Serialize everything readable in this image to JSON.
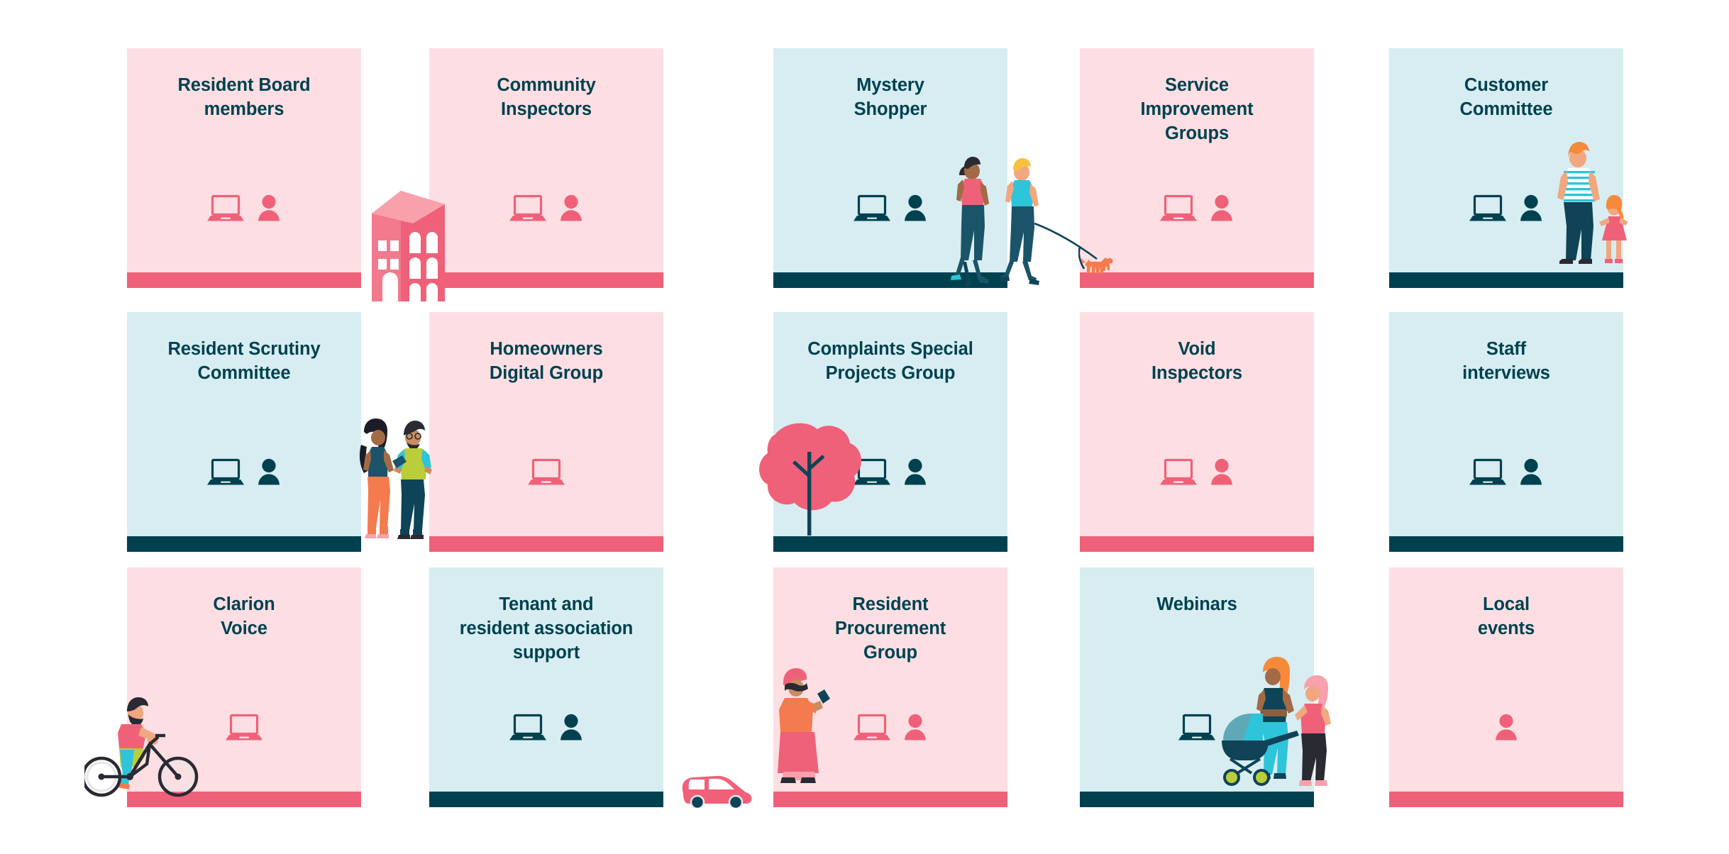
{
  "page": {
    "background": "#FFFFFF",
    "colors": {
      "pink_card_bg": "#FDDFE3",
      "pink_card_bar": "#EF6179",
      "pink_icon": "#EF6179",
      "blue_card_bg": "#D7EDF2",
      "blue_card_bar": "#00414F",
      "blue_icon": "#00414F",
      "title_text": "#00414F",
      "illustration_pink": "#EF6179",
      "illustration_orange": "#F47B4E",
      "illustration_cyan": "#2EC4D9",
      "illustration_navy": "#0F4357",
      "illustration_green": "#B9CE3A",
      "illustration_skin_dark": "#A26B45",
      "illustration_skin_light": "#F1A780",
      "illustration_hair_orange": "#F58A3B"
    },
    "grid": {
      "columns": 5,
      "rows": 3
    }
  },
  "cards": [
    {
      "id": "resident-board-members",
      "title": "Resident Board\nmembers",
      "theme": "pink",
      "icons": [
        "laptop-icon",
        "person-icon"
      ],
      "illustration": "none",
      "row": 1,
      "col": 1
    },
    {
      "id": "community-inspectors",
      "title": "Community\nInspectors",
      "theme": "pink",
      "icons": [
        "laptop-icon",
        "person-icon"
      ],
      "illustration": "house-illustration",
      "row": 1,
      "col": 2
    },
    {
      "id": "mystery-shopper",
      "title": "Mystery\nShopper",
      "theme": "blue",
      "icons": [
        "laptop-icon",
        "person-icon"
      ],
      "illustration": "couple-walking-dog-illustration",
      "row": 1,
      "col": 3
    },
    {
      "id": "service-improvement-groups",
      "title": "Service\nImprovement\nGroups",
      "theme": "pink",
      "icons": [
        "laptop-icon",
        "person-icon"
      ],
      "illustration": "dog-illustration",
      "row": 1,
      "col": 4
    },
    {
      "id": "customer-committee",
      "title": "Customer\nCommittee",
      "theme": "blue",
      "icons": [
        "laptop-icon",
        "person-icon"
      ],
      "illustration": "adult-and-child-illustration",
      "row": 1,
      "col": 5
    },
    {
      "id": "resident-scrutiny-committee",
      "title": "Resident Scrutiny\nCommittee",
      "theme": "blue",
      "icons": [
        "laptop-icon",
        "person-icon"
      ],
      "illustration": "couple-with-tablet-illustration",
      "row": 2,
      "col": 1
    },
    {
      "id": "homeowners-digital-group",
      "title": "Homeowners\nDigital Group",
      "theme": "pink",
      "icons": [
        "laptop-icon"
      ],
      "illustration": "none",
      "row": 2,
      "col": 2
    },
    {
      "id": "complaints-special-projects-group",
      "title": "Complaints Special\nProjects Group",
      "theme": "blue",
      "icons": [
        "laptop-icon",
        "person-icon"
      ],
      "illustration": "tree-illustration",
      "row": 2,
      "col": 3
    },
    {
      "id": "void-inspectors",
      "title": "Void\nInspectors",
      "theme": "pink",
      "icons": [
        "laptop-icon",
        "person-icon"
      ],
      "illustration": "none",
      "row": 2,
      "col": 4
    },
    {
      "id": "staff-interviews",
      "title": "Staff\ninterviews",
      "theme": "blue",
      "icons": [
        "laptop-icon",
        "person-icon"
      ],
      "illustration": "none",
      "row": 2,
      "col": 5
    },
    {
      "id": "clarion-voice",
      "title": "Clarion\nVoice",
      "theme": "pink",
      "icons": [
        "laptop-icon"
      ],
      "illustration": "cyclist-illustration",
      "row": 3,
      "col": 1
    },
    {
      "id": "tenant-and-resident-association-support",
      "title": "Tenant and\nresident association\nsupport",
      "theme": "blue",
      "icons": [
        "laptop-icon",
        "person-icon"
      ],
      "illustration": "car-illustration",
      "row": 3,
      "col": 2
    },
    {
      "id": "resident-procurement-group",
      "title": "Resident\nProcurement\nGroup",
      "theme": "pink",
      "icons": [
        "laptop-icon",
        "person-icon"
      ],
      "illustration": "woman-with-phone-illustration",
      "row": 3,
      "col": 3
    },
    {
      "id": "webinars",
      "title": "Webinars",
      "theme": "blue",
      "icons": [
        "laptop-icon"
      ],
      "illustration": "women-with-pram-illustration",
      "row": 3,
      "col": 4
    },
    {
      "id": "local-events",
      "title": "Local\nevents",
      "theme": "pink",
      "icons": [
        "person-icon"
      ],
      "illustration": "none",
      "row": 3,
      "col": 5
    }
  ]
}
